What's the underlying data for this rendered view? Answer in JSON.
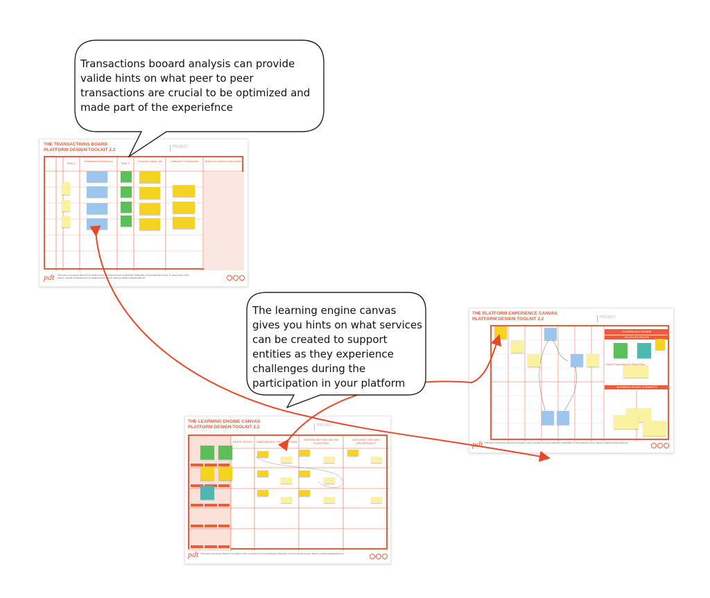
{
  "callouts": {
    "top": "Transactions booard analysis can provide valide hints on what peer to peer transactions are crucial to be optimized and made part of the experiefnce",
    "middle": "The learning engine canvas gives you hints on what services can be created to support entities as they experience challenges during the participation in your platform"
  },
  "transactions_board": {
    "title_line1": "THE TRANSACTIONS BOARD",
    "title_line2": "PLATFORM DESIGN TOOLKIT 2.2",
    "field": "PROJECT",
    "headers": [
      "Role 1",
      "Transaction/ Interaction",
      "Role 2",
      "Currency/ Value unit",
      "Channel/ Components",
      "Notes on channel improvement"
    ],
    "footer": "This work is licensed by Board of Innovation under a Creative Commons Attribution-ShareAlike 4.0 International License. To view a copy of this license, visit http://creativecommons.org/licenses/by-sa/4.0/. Made by platformdesigntoolkit.com",
    "logo": "pdt"
  },
  "experience_canvas": {
    "title_line1": "THE PLATFORM EXPERIENCE CANVAS",
    "title_line2": "PLATFORM DESIGN TOOLKIT 2.2",
    "field": "PROJECT",
    "side_header": "EXPERIENCE ENGINE",
    "involved_roles": "INVOLVED ROLES",
    "business_model": "BUSINESS MODEL ELEMENTS",
    "value_proposition": "Value Proposition for Each Role",
    "footer": "This work is licensed by Board of Innovation under a Creative Commons Attribution-ShareAlike 4.0 International License. Made by platformdesigntoolkit.com",
    "logo": "pdt"
  },
  "learning_canvas": {
    "title_line1": "THE LEARNING ENGINE CANVAS",
    "title_line2": "PLATFORM DESIGN TOOLKIT 2.2",
    "field": "PROJECT",
    "headers": [
      "ENTRY ROLES",
      "ONBOARDING THE PLATFORM",
      "GETTING BETTER ON THE PLATFORM",
      "CATCHING THE NEW OPPORTUNITY"
    ],
    "footer": "This work is licensed by Board of Innovation under a Creative Commons Attribution-ShareAlike 4.0 International License. Made by platformdesigntoolkit.com",
    "logo": "pdt"
  },
  "colors": {
    "accent": "#ec5b3a",
    "sticky_yellow": "#f5d421",
    "sticky_paleyellow": "#fbf2a1",
    "sticky_blue": "#9cc6ee",
    "sticky_green": "#5cbf5a",
    "sticky_teal": "#4fb8b0",
    "connector": "#e8482a"
  }
}
